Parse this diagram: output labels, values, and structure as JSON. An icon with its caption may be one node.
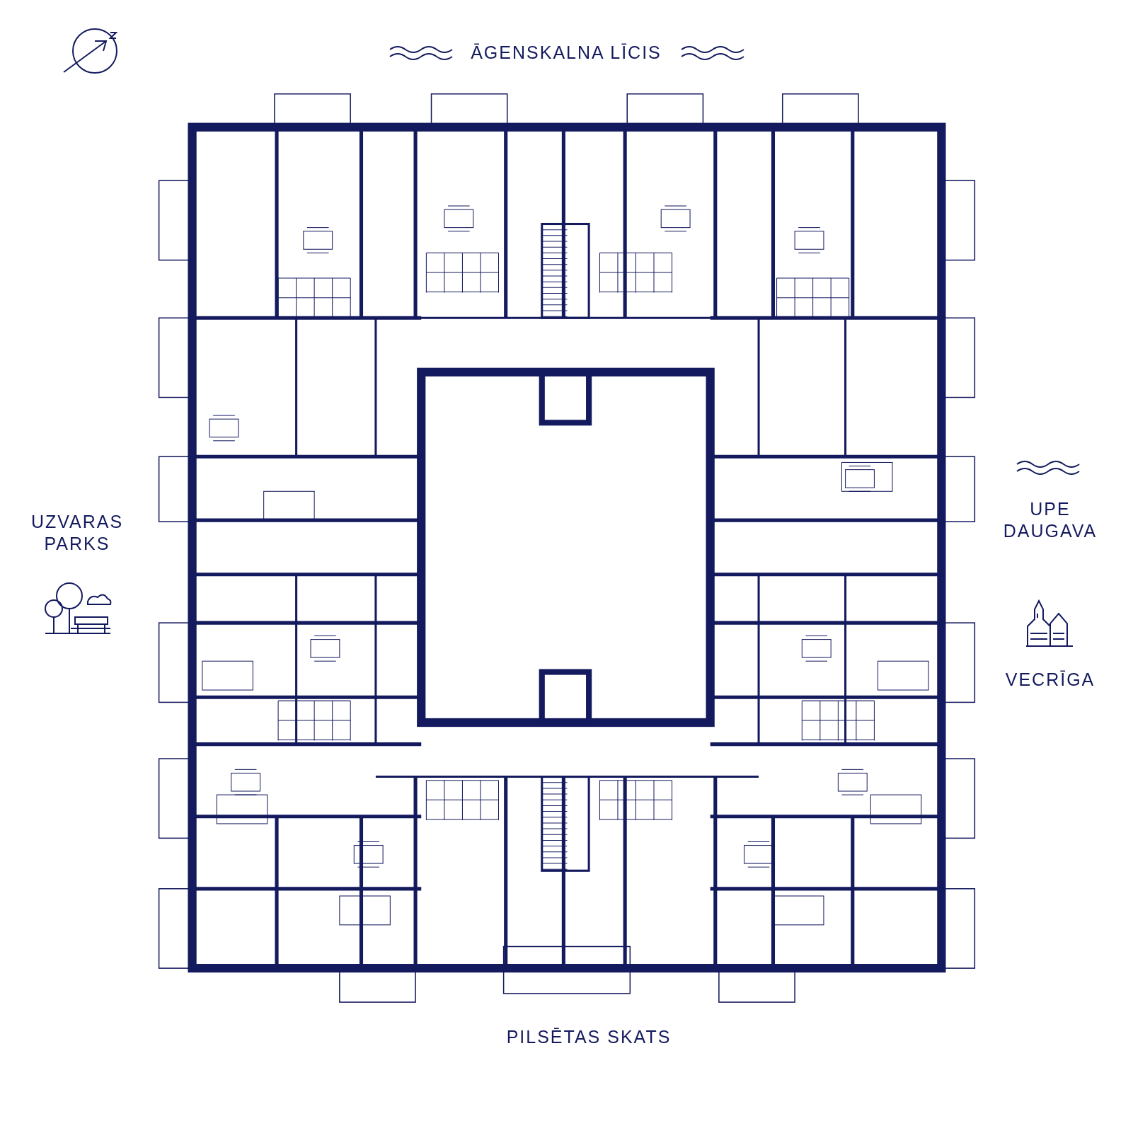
{
  "diagram": {
    "labels": [
      "ĀGENSKALNA LĪCIS",
      "UZVARAS PARKS",
      "UPE DAUGAVA",
      "VECRĪGA",
      "PILSĒTAS SKATS"
    ]
  }
}
